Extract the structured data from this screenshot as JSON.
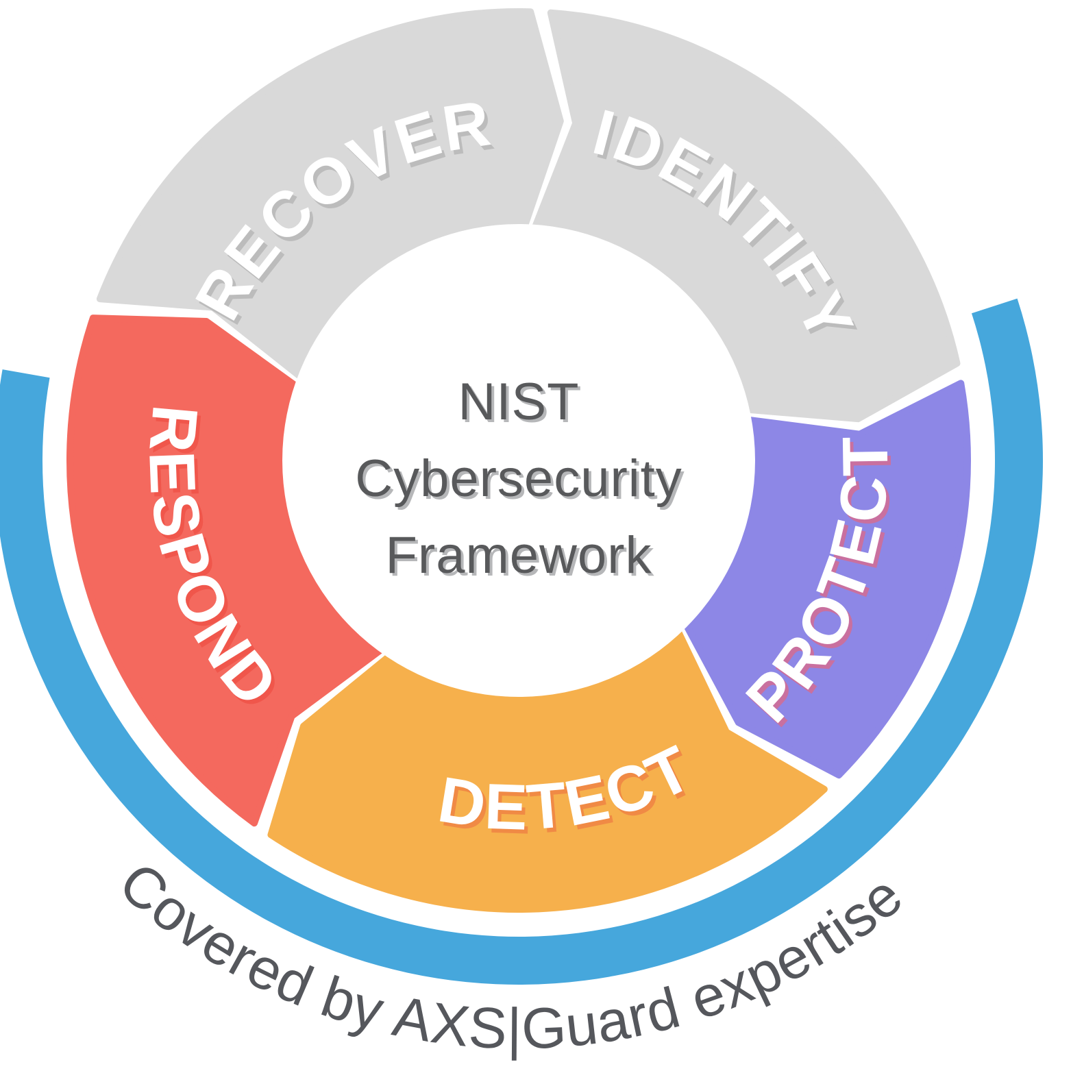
{
  "diagram": {
    "type": "cycle-wheel",
    "center_title": {
      "lines": [
        "NIST",
        "Cybersecurity",
        "Framework"
      ],
      "color": "#58595b",
      "shadow_color": "#b6b7b9"
    },
    "wheel": {
      "segments": [
        {
          "id": "identify",
          "label": "IDENTIFY",
          "fill": "#d9d9d9",
          "label_color": "#ffffff",
          "label_shadow": "#bcbcbc",
          "tip_start_deg": 7,
          "tip_end_deg": 83,
          "label_angle_deg": 41,
          "text_side": "top"
        },
        {
          "id": "protect",
          "label": "PROTECT",
          "fill": "#8d87e6",
          "label_color": "#ffffff",
          "label_shadow": "#c9709f",
          "tip_start_deg": 83,
          "tip_end_deg": 140,
          "label_angle_deg": 111,
          "text_side": "bottom"
        },
        {
          "id": "detect",
          "label": "DETECT",
          "fill": "#f6b04c",
          "label_color": "#ffffff",
          "label_shadow": "#f08a45",
          "tip_start_deg": 140,
          "tip_end_deg": 219,
          "label_angle_deg": 172,
          "text_side": "bottom"
        },
        {
          "id": "respond",
          "label": "RESPOND",
          "fill": "#f4695e",
          "label_color": "#ffffff",
          "label_shadow": "#f0564b",
          "tip_start_deg": 219,
          "tip_end_deg": 294,
          "label_angle_deg": 253,
          "text_side": "bottom"
        },
        {
          "id": "recover",
          "label": "RECOVER",
          "fill": "#d9d9d9",
          "label_color": "#ffffff",
          "label_shadow": "#bcbcbc",
          "tip_start_deg": 294,
          "tip_end_deg": 367,
          "label_angle_deg": 325.5,
          "text_side": "top"
        }
      ],
      "flow_direction": "clockwise",
      "arrow_style": "chevron"
    },
    "coverage_arc": {
      "color": "#46a7dc",
      "start_deg": 72,
      "end_deg": 280
    },
    "caption": {
      "text": "Covered by AXS|Guard expertise",
      "color": "#55575c",
      "center_angle_deg": 181
    }
  }
}
